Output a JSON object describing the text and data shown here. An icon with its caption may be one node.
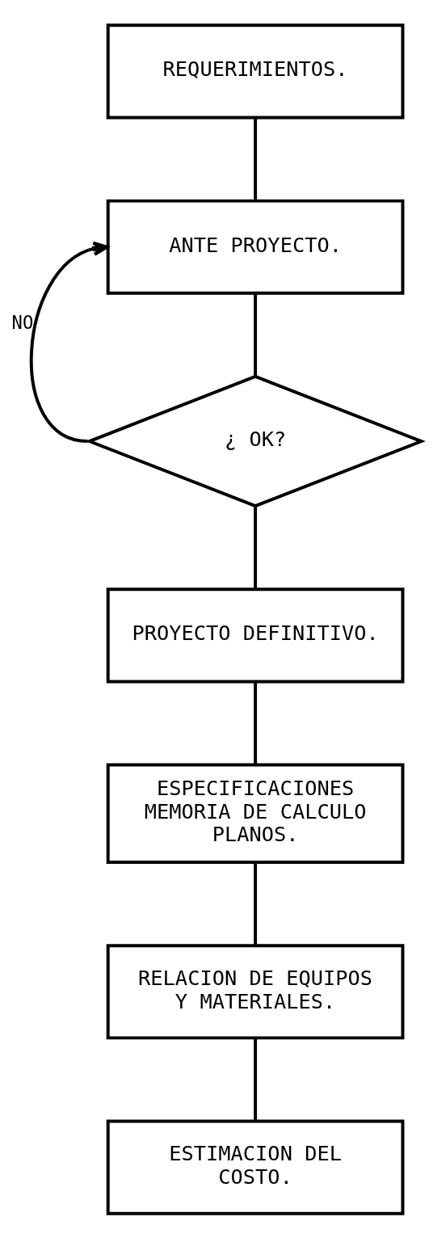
{
  "diagram": {
    "nodes": [
      {
        "text": [
          "REQUERIMIENTOS."
        ]
      },
      {
        "text": [
          "ANTE PROYECTO."
        ]
      },
      {
        "text": [
          "¿ OK?"
        ]
      },
      {
        "text": [
          "PROYECTO DEFINITIVO."
        ]
      },
      {
        "text": [
          "ESPECIFICACIONES",
          "MEMORIA DE CALCULO",
          "PLANOS."
        ]
      },
      {
        "text": [
          "RELACION DE EQUIPOS Y MATERIALES."
        ]
      },
      {
        "text": [
          "ESTIMACION DEL COSTO."
        ]
      }
    ],
    "edges": [
      {
        "from": 0,
        "to": 1,
        "arrow": "none"
      },
      {
        "from": 1,
        "to": 2,
        "arrow": "none"
      },
      {
        "from": 2,
        "to": 3,
        "arrow": "none"
      },
      {
        "from": 3,
        "to": 4,
        "arrow": "none"
      },
      {
        "from": 4,
        "to": 5,
        "arrow": "none"
      },
      {
        "from": 5,
        "to": 6,
        "arrow": "none"
      },
      {
        "from": 2,
        "to": 1,
        "arrow": "to",
        "label": "NO"
      }
    ]
  }
}
